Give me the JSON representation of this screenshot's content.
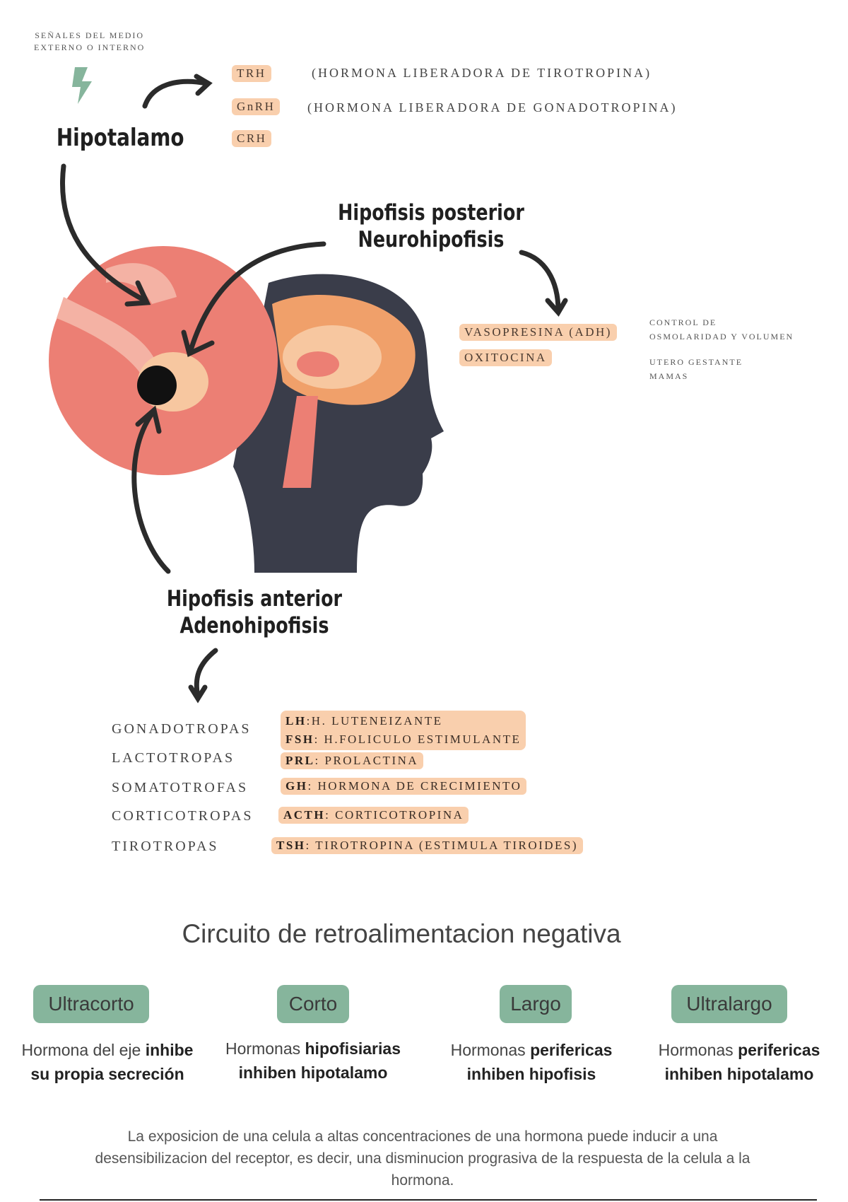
{
  "signals": {
    "line1": "SEÑALES DEL MEDIO",
    "line2": "EXTERNO O INTERNO"
  },
  "hypothalamus": {
    "title": "Hipotalamo",
    "hormones": [
      {
        "code": "TRH",
        "desc": "(HORMONA LIBERADORA DE TIROTROPINA)"
      },
      {
        "code": "GnRH",
        "desc": "(HORMONA LIBERADORA DE GONADOTROPINA)"
      },
      {
        "code": "CRH",
        "desc": ""
      }
    ]
  },
  "posterior": {
    "line1": "Hipofisis posterior",
    "line2": "Neurohipofisis",
    "hormones": [
      {
        "name": "VASOPRESINA (ADH)",
        "desc1": "CONTROL DE",
        "desc2": "OSMOLARIDAD Y VOLUMEN"
      },
      {
        "name": "OXITOCINA",
        "desc1": "UTERO GESTANTE",
        "desc2": "MAMAS"
      }
    ]
  },
  "anterior": {
    "line1": "Hipofisis anterior",
    "line2": "Adenohipofisis",
    "rows": [
      {
        "cell": "GONADOTROPAS",
        "hormones": [
          {
            "code": "LH",
            "sep": ":",
            "name": "H. LUTENEIZANTE"
          },
          {
            "code": "FSH",
            "sep": ": ",
            "name": "H.FOLICULO ESTIMULANTE"
          }
        ]
      },
      {
        "cell": "LACTOTROPAS",
        "hormones": [
          {
            "code": "PRL",
            "sep": ": ",
            "name": "PROLACTINA"
          }
        ]
      },
      {
        "cell": "SOMATOTROFAS",
        "hormones": [
          {
            "code": "GH",
            "sep": ": ",
            "name": "HORMONA DE CRECIMIENTO"
          }
        ]
      },
      {
        "cell": "CORTICOTROPAS",
        "hormones": [
          {
            "code": "ACTH",
            "sep": ": ",
            "name": "CORTICOTROPINA"
          }
        ]
      },
      {
        "cell": "TIROTROPAS",
        "hormones": [
          {
            "code": "TSH",
            "sep": ": ",
            "name": "TIROTROPINA (ESTIMULA TIROIDES)"
          }
        ]
      }
    ]
  },
  "feedback": {
    "title": "Circuito de retroalimentacion negativa",
    "types": [
      {
        "label": "Ultracorto",
        "a": "Hormona del eje ",
        "b": "inhibe",
        "c": "su propia secreción"
      },
      {
        "label": "Corto",
        "a": "Hormonas ",
        "b": "hipofisiarias",
        "c": "inhiben hipotalamo"
      },
      {
        "label": "Largo",
        "a": "Hormonas ",
        "b": "perifericas",
        "c": "inhiben hipofisis"
      },
      {
        "label": "Ultralargo",
        "a": "Hormonas ",
        "b": "perifericas",
        "c": "inhiben hipotalamo"
      }
    ],
    "note": "La exposicion de una celula a altas concentraciones de una hormona puede inducir a una desensibilizacion del receptor, es decir, una disminucion prograsiva  de la respuesta de la celula a la hormona."
  },
  "colors": {
    "pill": "#f9cfad",
    "green": "#86b59c",
    "circle": "#ec7f74",
    "head": "#3a3d4a"
  }
}
